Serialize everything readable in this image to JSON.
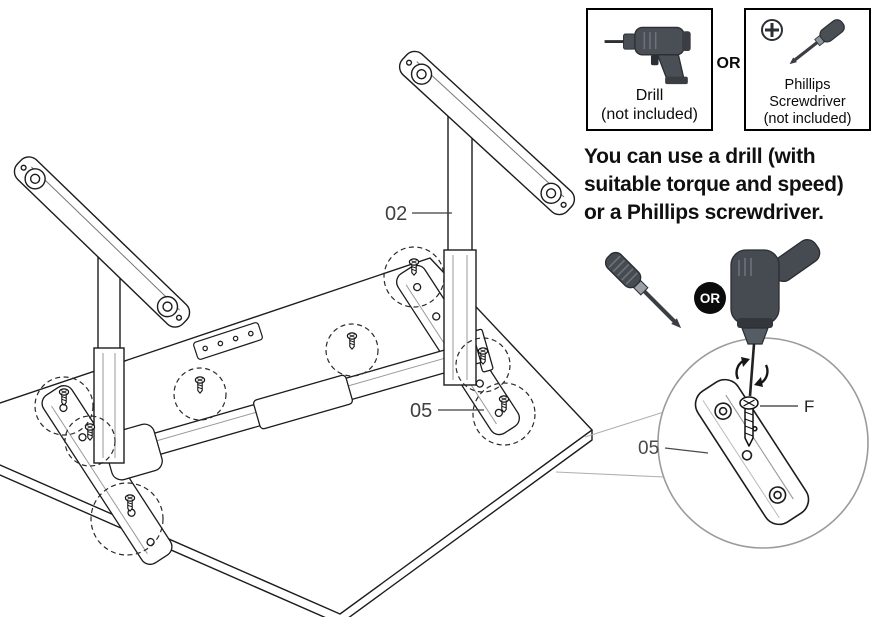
{
  "colors": {
    "line": "#1c1c1c",
    "tool_dark": "#464b51",
    "detail_ring": "#9b9b9b"
  },
  "toolbox": {
    "or_label": "OR",
    "drill": {
      "name": "Drill",
      "note": "(not included)"
    },
    "screwdriver": {
      "name_line1": "Phillips",
      "name_line2": "Screwdriver",
      "note": "(not included)"
    }
  },
  "instruction": {
    "line1": "You can use a drill (with",
    "line2": "suitable torque and speed)",
    "line3": "or a Phillips screwdriver."
  },
  "diagram": {
    "leg_label": "02",
    "bracket_label": "05",
    "or_badge": "OR",
    "detail": {
      "bracket_label": "05",
      "screw_label": "F"
    }
  }
}
